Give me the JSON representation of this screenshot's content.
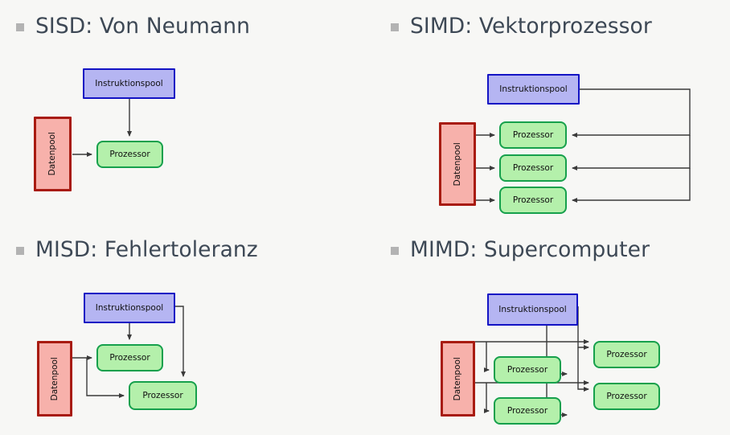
{
  "slide": {
    "background_color": "#f7f7f5",
    "bullet_color": "#b3b3b3",
    "title_color": "#3d4855"
  },
  "palette": {
    "instruction_fill": "#b5b5f2",
    "instruction_border": "#1313c4",
    "data_fill": "#f7b1ab",
    "data_border": "#a81b11",
    "processor_fill": "#b4f0ab",
    "processor_border": "#16a04c",
    "connector": "#3a3a3a"
  },
  "labels": {
    "instruction_pool": "Instruktionspool",
    "data_pool": "Datenpool",
    "processor": "Prozessor"
  },
  "quadrants": [
    {
      "id": "sisd",
      "title": "SISD: Von Neumann",
      "instruction_pools": 1,
      "data_pools": 1,
      "processors": 1
    },
    {
      "id": "simd",
      "title": "SIMD: Vektorprozessor",
      "instruction_pools": 1,
      "data_pools": 1,
      "processors": 3
    },
    {
      "id": "misd",
      "title": "MISD: Fehlertoleranz",
      "instruction_pools": 1,
      "data_pools": 1,
      "processors": 2
    },
    {
      "id": "mimd",
      "title": "MIMD: Supercomputer",
      "instruction_pools": 1,
      "data_pools": 1,
      "processors": 4
    }
  ]
}
